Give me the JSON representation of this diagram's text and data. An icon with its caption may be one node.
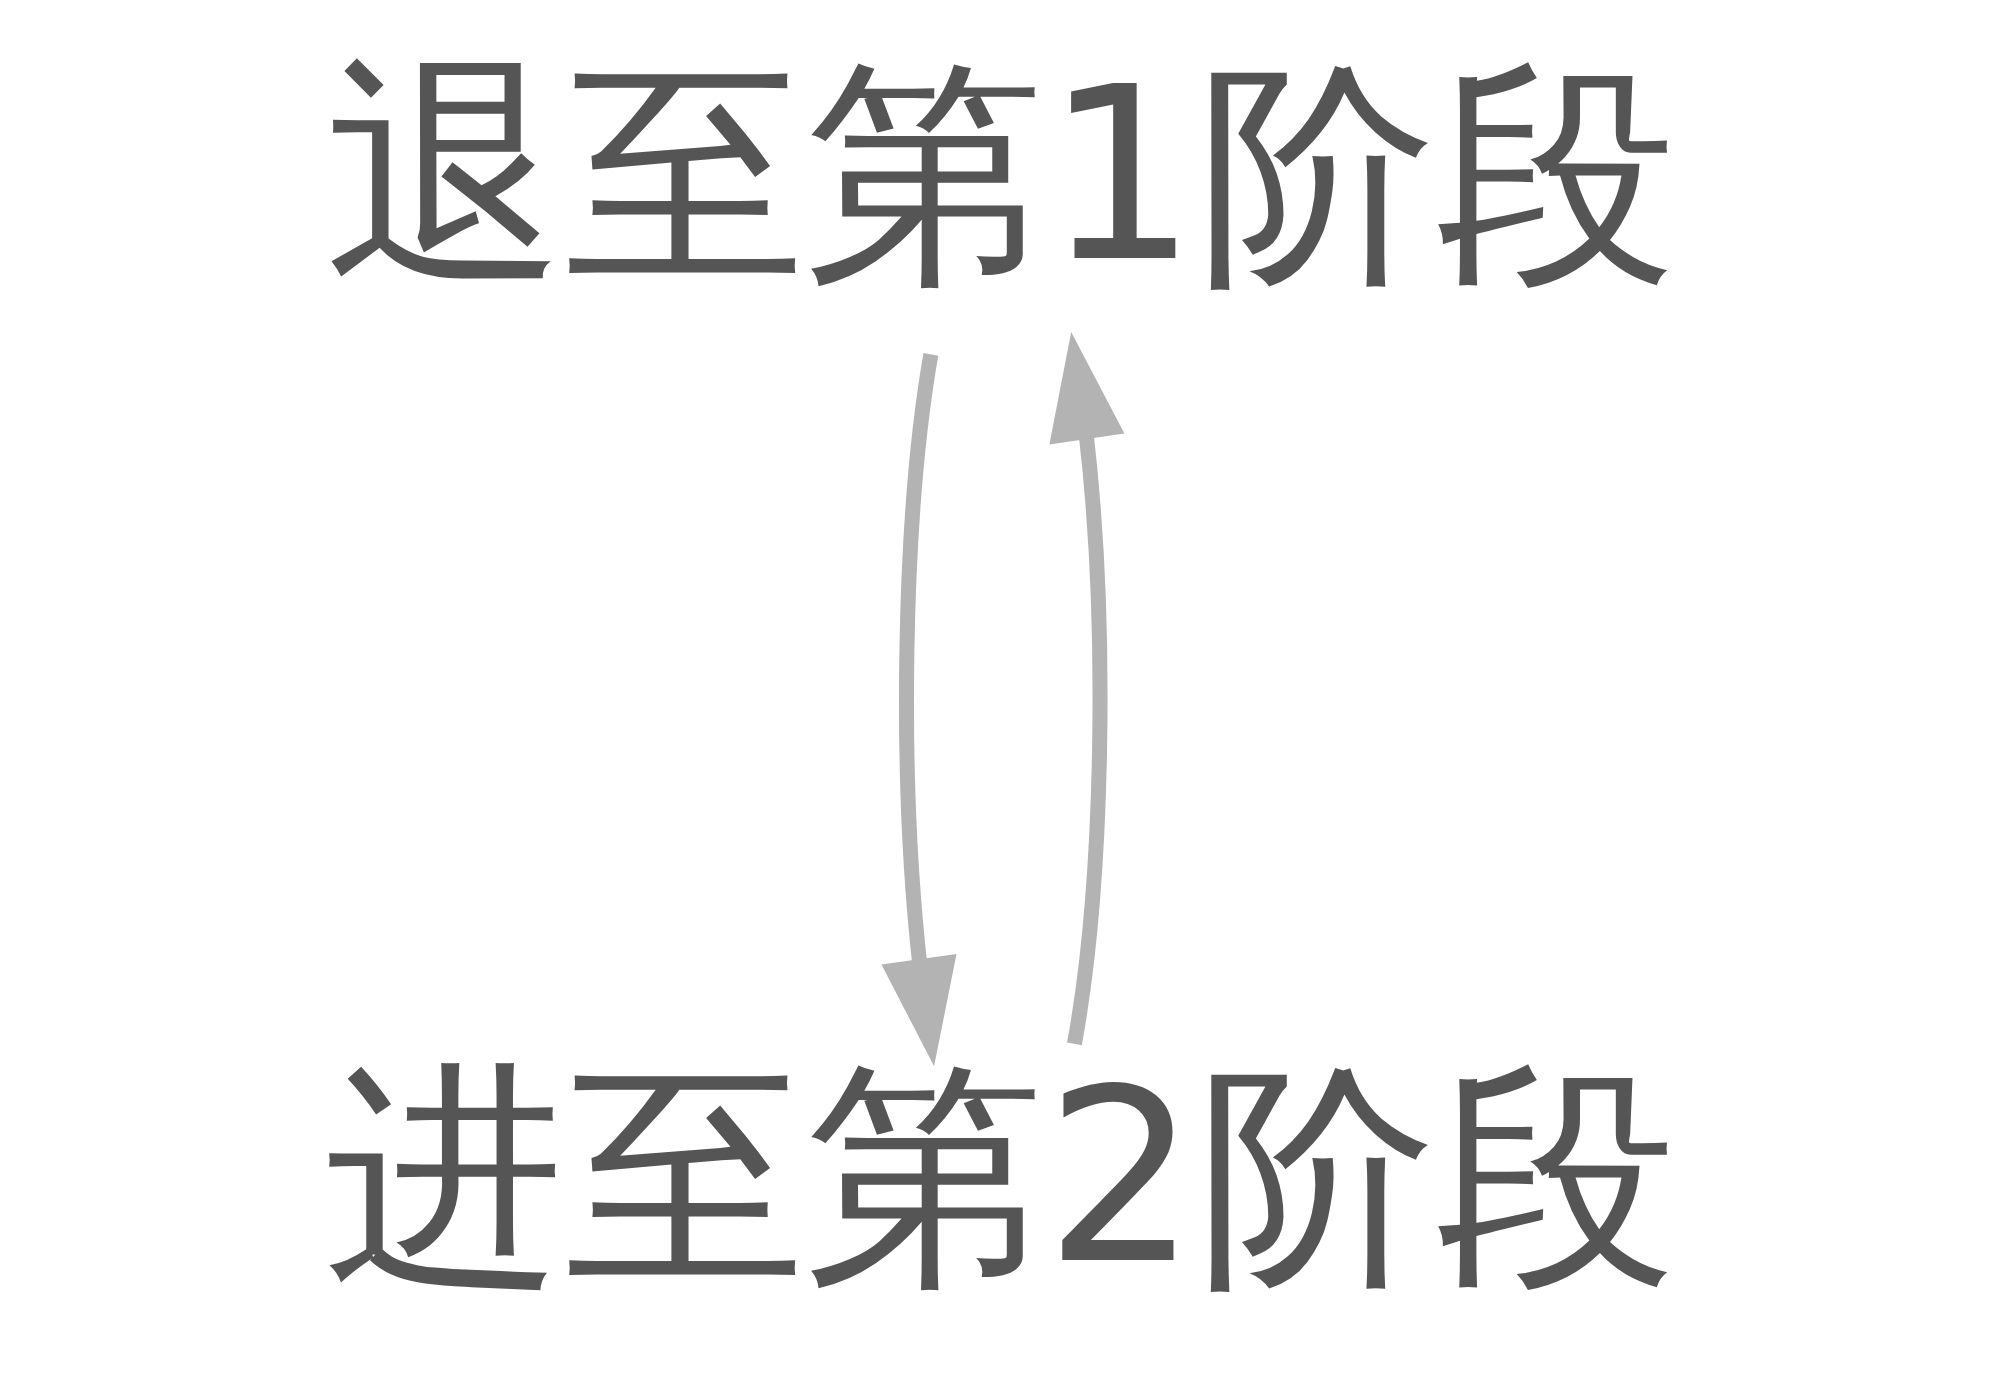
{
  "diagram": {
    "nodes": [
      {
        "text": [
          "退至第1阶段"
        ]
      },
      {
        "text": [
          "进至第2阶段"
        ]
      }
    ],
    "edges": [
      {
        "from": 1,
        "to": 0,
        "arrow": "to"
      },
      {
        "from": 0,
        "to": 1,
        "arrow": "to"
      }
    ]
  }
}
